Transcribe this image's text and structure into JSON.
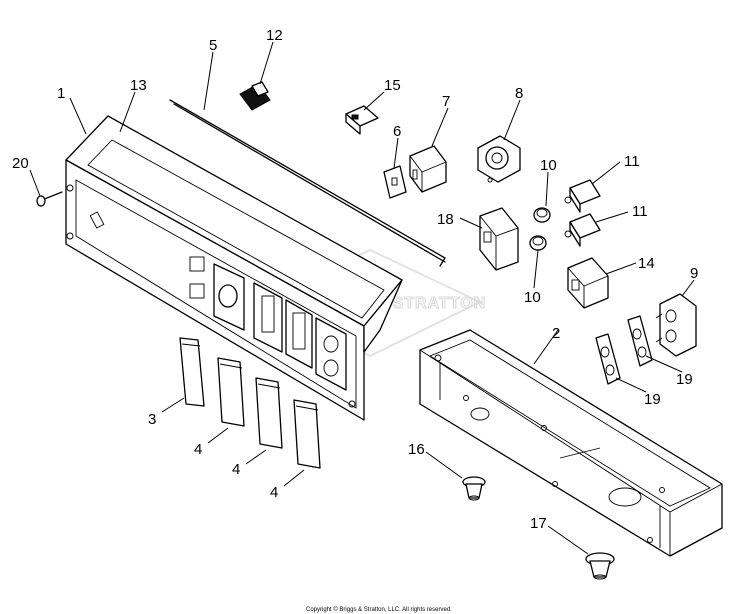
{
  "diagram": {
    "callouts": {
      "c1": "1",
      "c2": "2",
      "c3": "3",
      "c4a": "4",
      "c4b": "4",
      "c4c": "4",
      "c5": "5",
      "c6": "6",
      "c7": "7",
      "c8": "8",
      "c9": "9",
      "c10a": "10",
      "c10b": "10",
      "c11a": "11",
      "c11b": "11",
      "c12": "12",
      "c13": "13",
      "c14": "14",
      "c15": "15",
      "c16": "16",
      "c17": "17",
      "c18": "18",
      "c19a": "19",
      "c19b": "19",
      "c20": "20"
    },
    "watermark": "BRIGGS & STRATTON",
    "copyright": "Copyright © Briggs & Stratton, LLC. All rights reserved."
  }
}
